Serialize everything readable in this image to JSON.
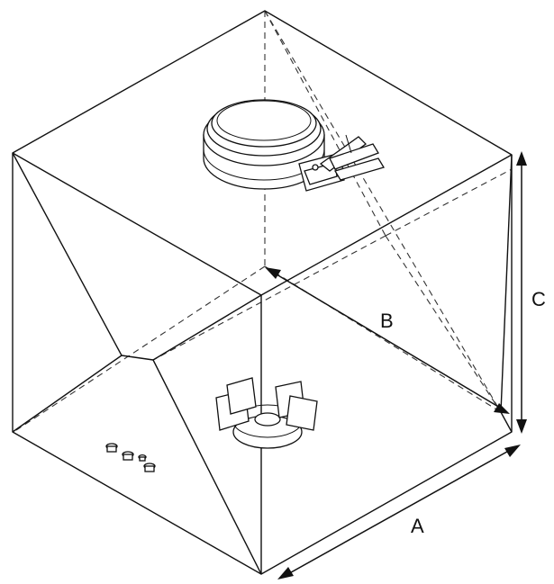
{
  "diagram": {
    "dimensions": [
      {
        "id": "A",
        "label": "A"
      },
      {
        "id": "B",
        "label": "B"
      },
      {
        "id": "C",
        "label": "C"
      }
    ],
    "colors": {
      "line": "#111111",
      "background": "#ffffff"
    }
  }
}
